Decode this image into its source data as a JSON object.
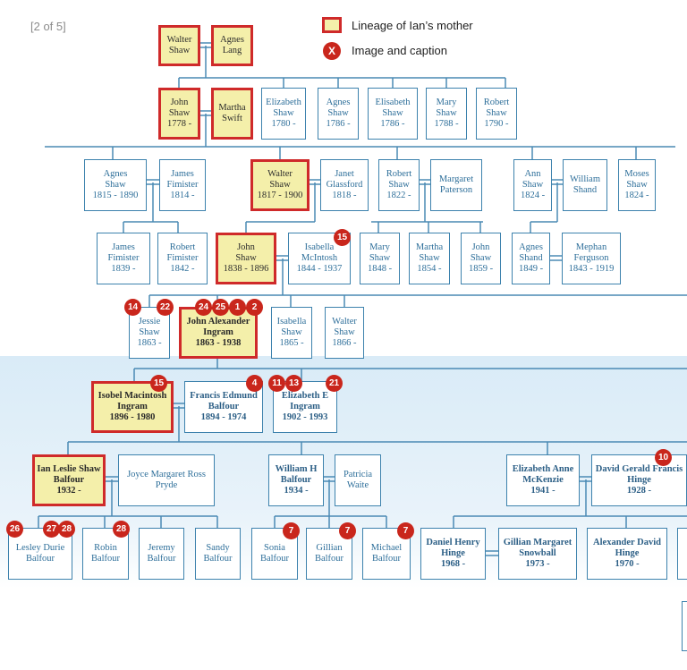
{
  "page_indicator": "[2 of 5]",
  "legend": {
    "lineage_label": "Lineage of Ian’s mother",
    "image_label": "Image and caption",
    "image_marker": "X"
  },
  "colors": {
    "lineage_fill": "#f4efaa",
    "lineage_border": "#cf2a2a",
    "box_border": "#3d82ad",
    "badge": "#c9261c"
  },
  "people": [
    {
      "id": "walter-shaw-sr",
      "text": "Walter\nShaw",
      "lineage": true
    },
    {
      "id": "agnes-lang",
      "text": "Agnes\nLang",
      "lineage": true
    },
    {
      "id": "john-shaw-1778",
      "text": "John\nShaw\n1778 -",
      "lineage": true
    },
    {
      "id": "martha-swift",
      "text": "Martha\nSwift",
      "lineage": true
    },
    {
      "id": "elizabeth-shaw-1780",
      "text": "Elizabeth\nShaw\n1780 -"
    },
    {
      "id": "agnes-shaw-1786",
      "text": "Agnes\nShaw\n1786 -"
    },
    {
      "id": "elizabeth-shaw-1786",
      "text": "Elisabeth\nShaw\n1786 -"
    },
    {
      "id": "mary-shaw-1788",
      "text": "Mary\nShaw\n1788 -"
    },
    {
      "id": "robert-shaw-1790",
      "text": "Robert\nShaw\n1790 -"
    },
    {
      "id": "agnes-shaw-1815",
      "text": "Agnes\nShaw\n1815 - 1890"
    },
    {
      "id": "james-fimister-1814",
      "text": "James\nFimister\n1814 -"
    },
    {
      "id": "walter-shaw-1817",
      "text": "Walter\nShaw\n1817 - 1900",
      "lineage": true
    },
    {
      "id": "janet-glassford",
      "text": "Janet\nGlassford\n1818 -"
    },
    {
      "id": "robert-shaw-1822",
      "text": "Robert\nShaw\n1822 -"
    },
    {
      "id": "margaret-paterson",
      "text": "Margaret\nPaterson"
    },
    {
      "id": "ann-shaw-1824",
      "text": "Ann\nShaw\n1824 -"
    },
    {
      "id": "william-shand",
      "text": "William\nShand"
    },
    {
      "id": "moses-shaw-1824",
      "text": "Moses\nShaw\n1824 -"
    },
    {
      "id": "james-fimister-1839",
      "text": "James\nFimister\n1839 -"
    },
    {
      "id": "robert-fimister-1842",
      "text": "Robert\nFimister\n1842 -"
    },
    {
      "id": "john-shaw-1838",
      "text": "John\nShaw\n1838 - 1896",
      "lineage": true
    },
    {
      "id": "isabella-mcintosh",
      "text": "Isabella\nMcIntosh\n1844 - 1937"
    },
    {
      "id": "mary-shaw-1848",
      "text": "Mary\nShaw\n1848 -"
    },
    {
      "id": "martha-shaw-1854",
      "text": "Martha\nShaw\n1854 -"
    },
    {
      "id": "john-shaw-1859",
      "text": "John\nShaw\n1859 -"
    },
    {
      "id": "agnes-shand-1849",
      "text": "Agnes\nShand\n1849 -"
    },
    {
      "id": "mephan-ferguson",
      "text": "Mephan\nFerguson\n1843 - 1919"
    },
    {
      "id": "jessie-shaw-1863",
      "text": "Jessie\nShaw\n1863 -"
    },
    {
      "id": "john-alexander-ingram",
      "text": "John Alexander\nIngram\n1863 - 1938",
      "lineage": true,
      "bold": true
    },
    {
      "id": "isabella-shaw-1865",
      "text": "Isabella\nShaw\n1865 -"
    },
    {
      "id": "walter-shaw-1866",
      "text": "Walter\nShaw\n1866 -"
    },
    {
      "id": "isobel-macintosh-ingram",
      "text": "Isobel Macintosh\nIngram\n1896 - 1980",
      "lineage": true,
      "bold": true
    },
    {
      "id": "francis-edmund-balfour",
      "text": "Francis Edmund\nBalfour\n1894 - 1974",
      "bold": true
    },
    {
      "id": "elizabeth-e-ingram",
      "text": "Elizabeth E\nIngram\n1902 - 1993",
      "bold": true
    },
    {
      "id": "ian-leslie-shaw-balfour",
      "text": "Ian Leslie Shaw\nBalfour\n1932 -",
      "lineage": true,
      "bold": true
    },
    {
      "id": "joyce-margaret-ross-pryde",
      "text": "Joyce Margaret Ross\nPryde"
    },
    {
      "id": "william-h-balfour",
      "text": "William H\nBalfour\n1934 -",
      "bold": true
    },
    {
      "id": "patricia-waite",
      "text": "Patricia\nWaite"
    },
    {
      "id": "elizabeth-anne-mckenzie",
      "text": "Elizabeth Anne\nMcKenzie\n1941 -",
      "bold": true
    },
    {
      "id": "david-gerald-francis-hinge",
      "text": "David Gerald Francis\nHinge\n1928 -",
      "bold": true
    },
    {
      "id": "lesley-durie-balfour",
      "text": "Lesley Durie\nBalfour"
    },
    {
      "id": "robin-balfour",
      "text": "Robin\nBalfour"
    },
    {
      "id": "jeremy-balfour",
      "text": "Jeremy\nBalfour"
    },
    {
      "id": "sandy-balfour",
      "text": "Sandy\nBalfour"
    },
    {
      "id": "sonia-balfour",
      "text": "Sonia\nBalfour"
    },
    {
      "id": "gillian-balfour",
      "text": "Gillian\nBalfour"
    },
    {
      "id": "michael-balfour",
      "text": "Michael\nBalfour"
    },
    {
      "id": "daniel-henry-hinge",
      "text": "Daniel Henry\nHinge\n1968 -",
      "bold": true
    },
    {
      "id": "gillian-margaret-snowball",
      "text": "Gillian Margaret\nSnowball\n1973 -",
      "bold": true
    },
    {
      "id": "alexander-david-hinge",
      "text": "Alexander David\nHinge\n1970 -",
      "bold": true
    }
  ],
  "badges": [
    {
      "id": "b15-isabella",
      "label": "15"
    },
    {
      "id": "b14",
      "label": "14"
    },
    {
      "id": "b22",
      "label": "22"
    },
    {
      "id": "b24",
      "label": "24"
    },
    {
      "id": "b25",
      "label": "25"
    },
    {
      "id": "b1",
      "label": "1"
    },
    {
      "id": "b2",
      "label": "2"
    },
    {
      "id": "b15-isobel",
      "label": "15"
    },
    {
      "id": "b4",
      "label": "4"
    },
    {
      "id": "b11",
      "label": "11"
    },
    {
      "id": "b13",
      "label": "13"
    },
    {
      "id": "b21",
      "label": "21"
    },
    {
      "id": "b10",
      "label": "10"
    },
    {
      "id": "b26",
      "label": "26"
    },
    {
      "id": "b27",
      "label": "27"
    },
    {
      "id": "b28-lesley",
      "label": "28"
    },
    {
      "id": "b28-robin",
      "label": "28"
    },
    {
      "id": "b7-sonia",
      "label": "7"
    },
    {
      "id": "b7-gillian",
      "label": "7"
    },
    {
      "id": "b7-michael",
      "label": "7"
    }
  ]
}
